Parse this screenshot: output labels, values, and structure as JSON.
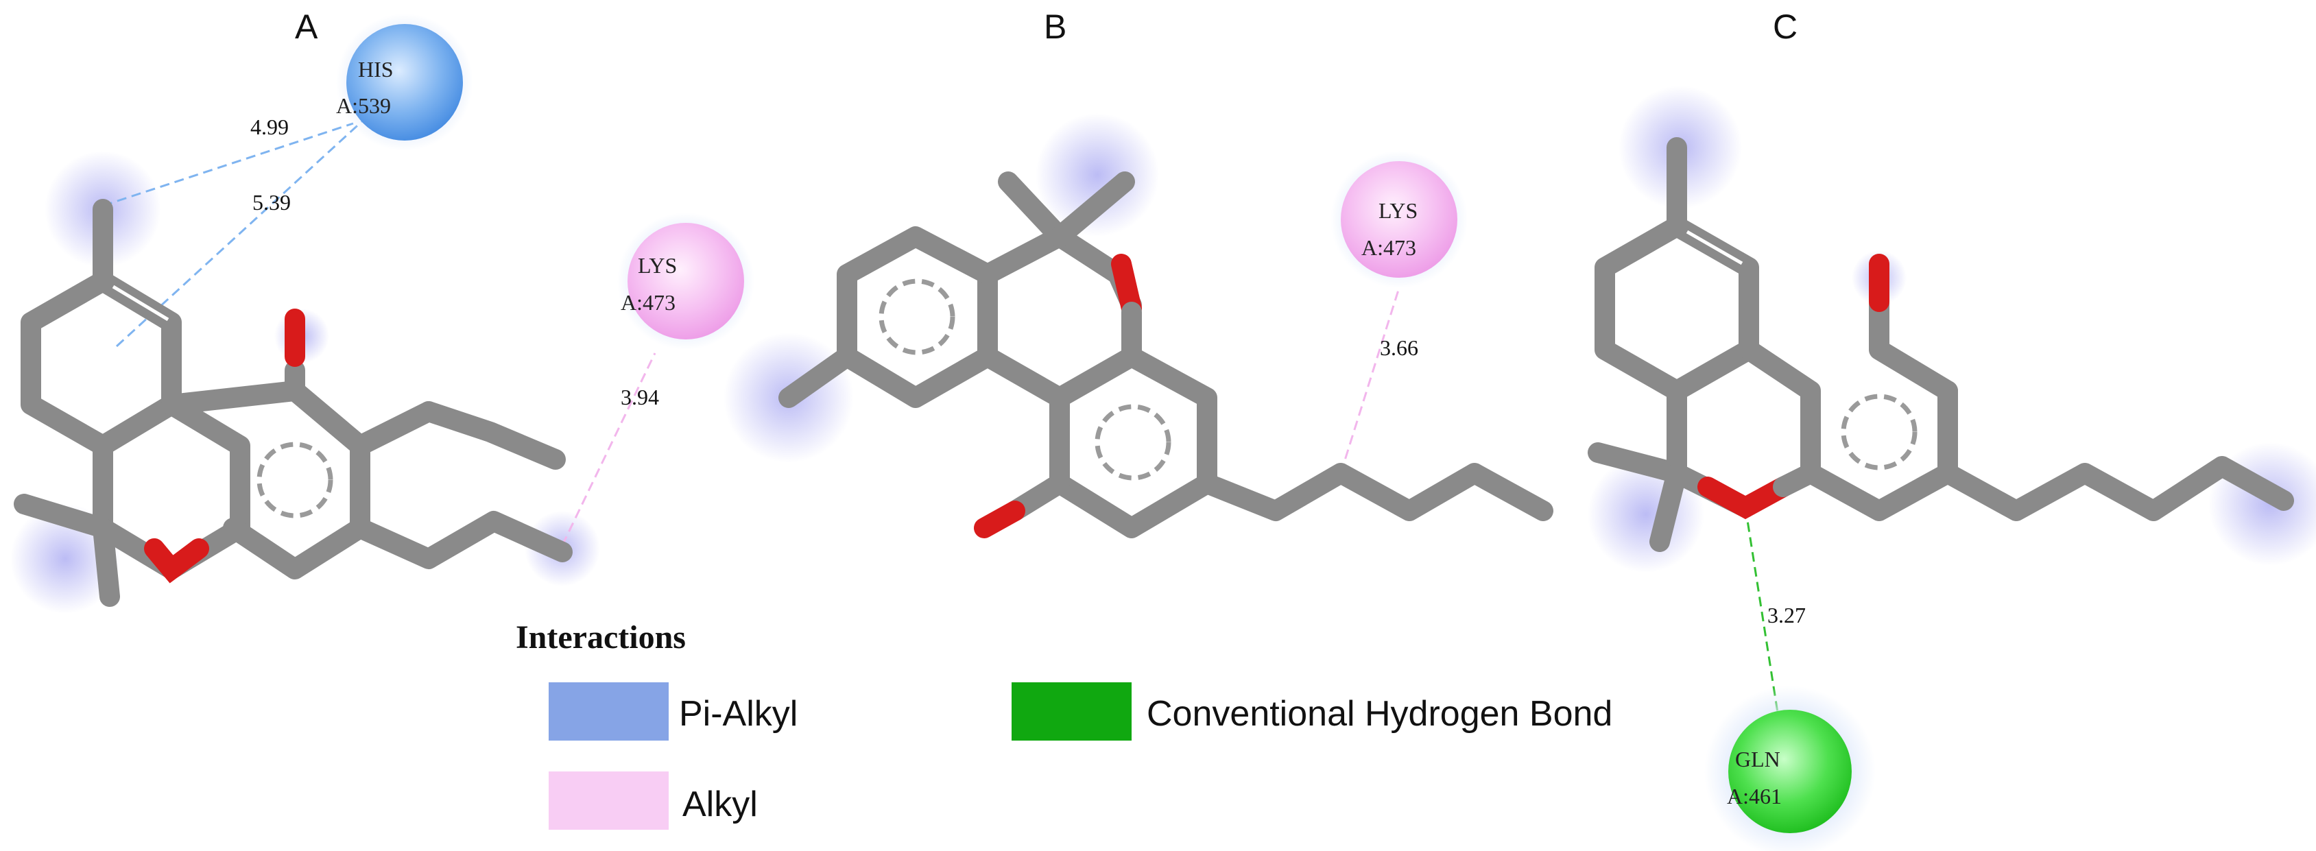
{
  "panels": [
    {
      "label": "A",
      "residues": [
        {
          "name": "HIS",
          "id": "A:539",
          "color": "#5aa0ec"
        },
        {
          "name": "LYS",
          "id": "A:473",
          "color": "#f4a9ee"
        }
      ],
      "distances": [
        "4.99",
        "5.39",
        "3.94"
      ]
    },
    {
      "label": "B",
      "residues": [
        {
          "name": "LYS",
          "id": "A:473",
          "color": "#f4a9ee"
        }
      ],
      "distances": [
        "3.66"
      ]
    },
    {
      "label": "C",
      "residues": [
        {
          "name": "GLN",
          "id": "A:461",
          "color": "#33d633"
        }
      ],
      "distances": [
        "3.27"
      ]
    }
  ],
  "legend": {
    "title": "Interactions",
    "items": [
      {
        "label": "Pi-Alkyl",
        "color": "#86a4e6"
      },
      {
        "label": "Alkyl",
        "color": "#f8cdf4"
      },
      {
        "label": "Conventional Hydrogen Bond",
        "color": "#10a810"
      }
    ]
  }
}
